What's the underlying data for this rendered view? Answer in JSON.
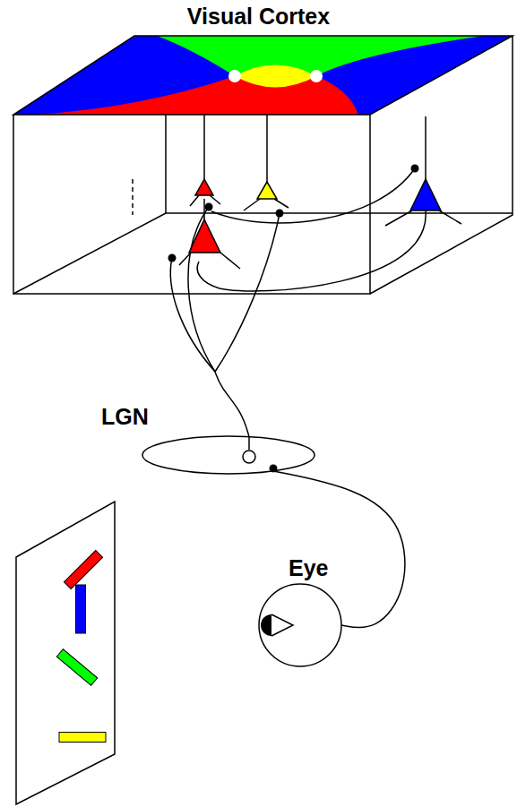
{
  "diagram": {
    "nodes": [
      {
        "text": [
          "Visual Cortex"
        ]
      },
      {
        "text": [
          "LGN"
        ]
      },
      {
        "text": [
          "Eye"
        ]
      }
    ],
    "edges": [
      {
        "from": 2,
        "to": 1,
        "arrow": "none"
      },
      {
        "from": 1,
        "to": 0,
        "arrow": "none"
      }
    ]
  }
}
